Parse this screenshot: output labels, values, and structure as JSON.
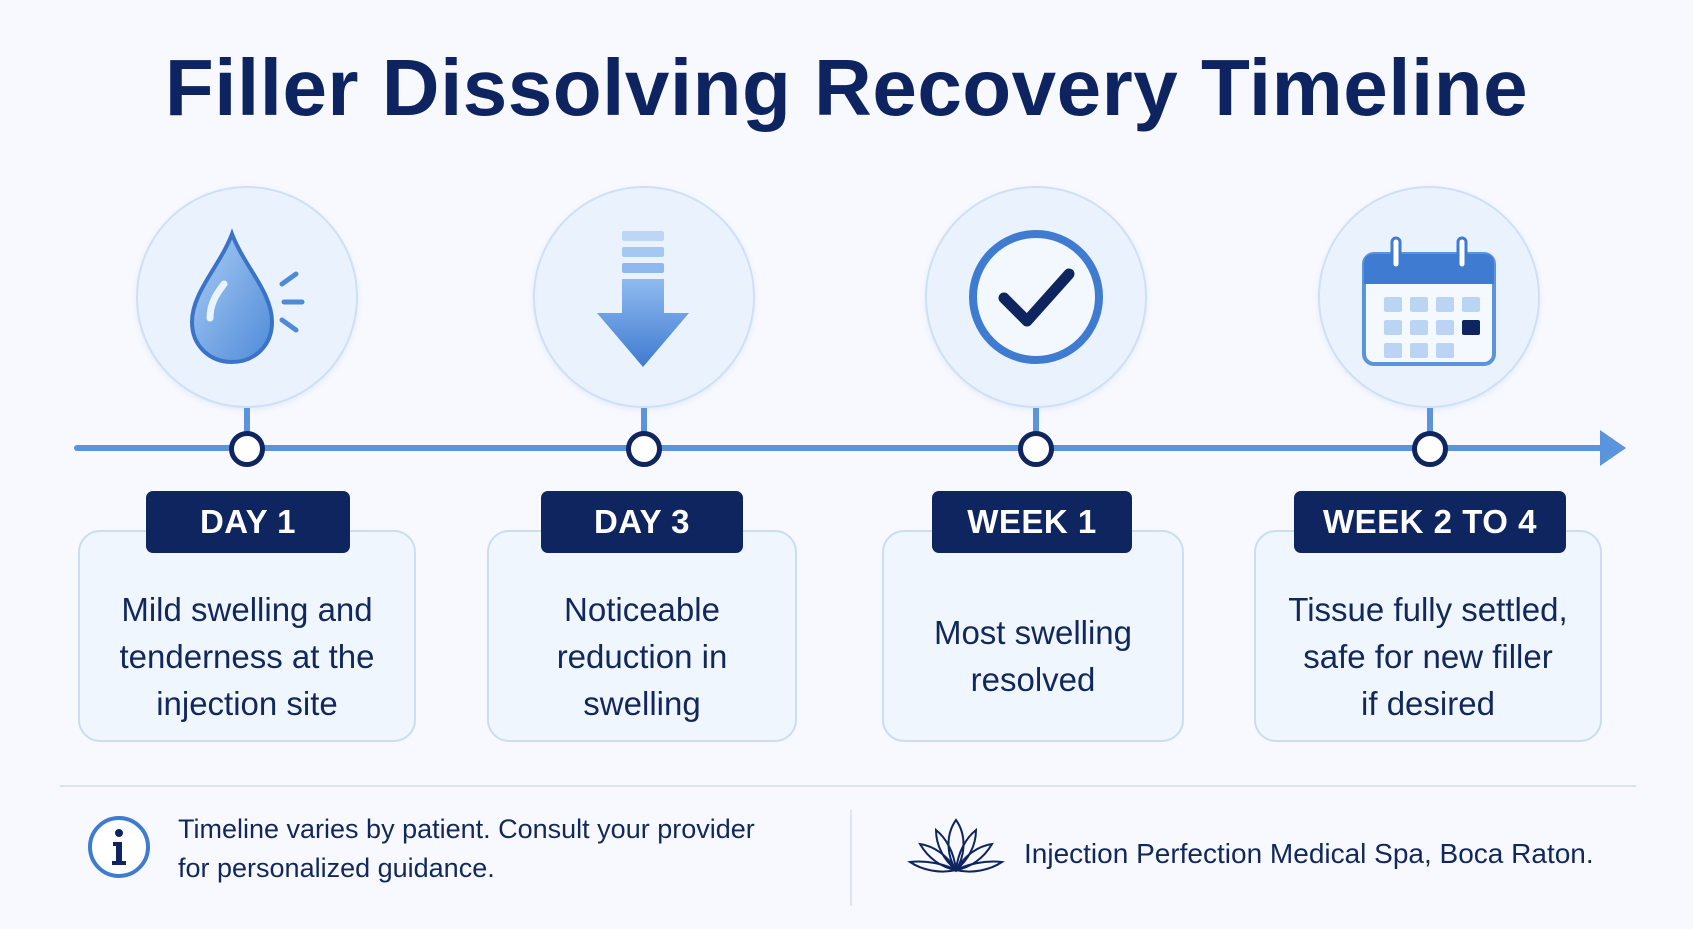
{
  "title": "Filler Dissolving Recovery Timeline",
  "colors": {
    "navy": "#0f2560",
    "accent_blue": "#5b93dc",
    "halo_fill": "#eaf2fd",
    "card_fill": "#f0f6fe"
  },
  "steps": [
    {
      "label": "DAY 1",
      "icon": "water-drop-icon",
      "text_lines": [
        "Mild swelling and",
        "tenderness at the",
        "injection site"
      ]
    },
    {
      "label": "DAY 3",
      "icon": "down-arrow-icon",
      "text_lines": [
        "Noticeable",
        "reduction in",
        "swelling"
      ]
    },
    {
      "label": "WEEK 1",
      "icon": "check-circle-icon",
      "text_lines": [
        "Most swelling",
        "resolved"
      ]
    },
    {
      "label": "WEEK 2 TO 4",
      "icon": "calendar-icon",
      "text_lines": [
        "Tissue fully settled,",
        "safe for new filler",
        "if desired"
      ]
    }
  ],
  "footer": {
    "info_icon": "info-icon",
    "note_lines": [
      "Timeline varies by patient. Consult your provider",
      "for personalized guidance."
    ],
    "logo_icon": "lotus-icon",
    "organization": "Injection Perfection Medical Spa, Boca Raton."
  }
}
